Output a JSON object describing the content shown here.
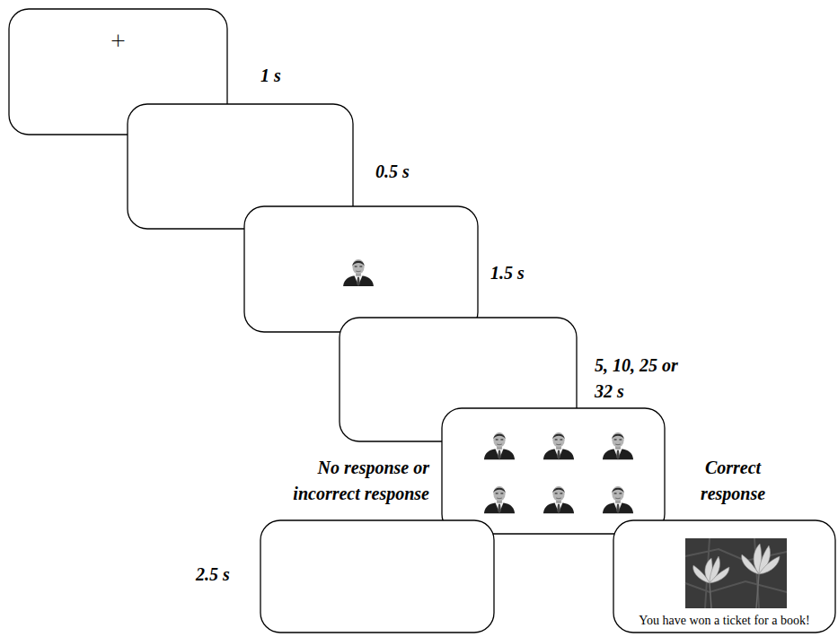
{
  "diagram": {
    "nodes": [
      {
        "text": [
          "+"
        ]
      },
      {
        "text": [
          "You have won a ticket for a book!"
        ]
      }
    ],
    "labels": [
      "1 s",
      "0.5 s",
      "1.5 s",
      "5, 10, 25 or 32 s",
      "No response or incorrect response",
      "Correct response",
      "2.5 s"
    ]
  }
}
